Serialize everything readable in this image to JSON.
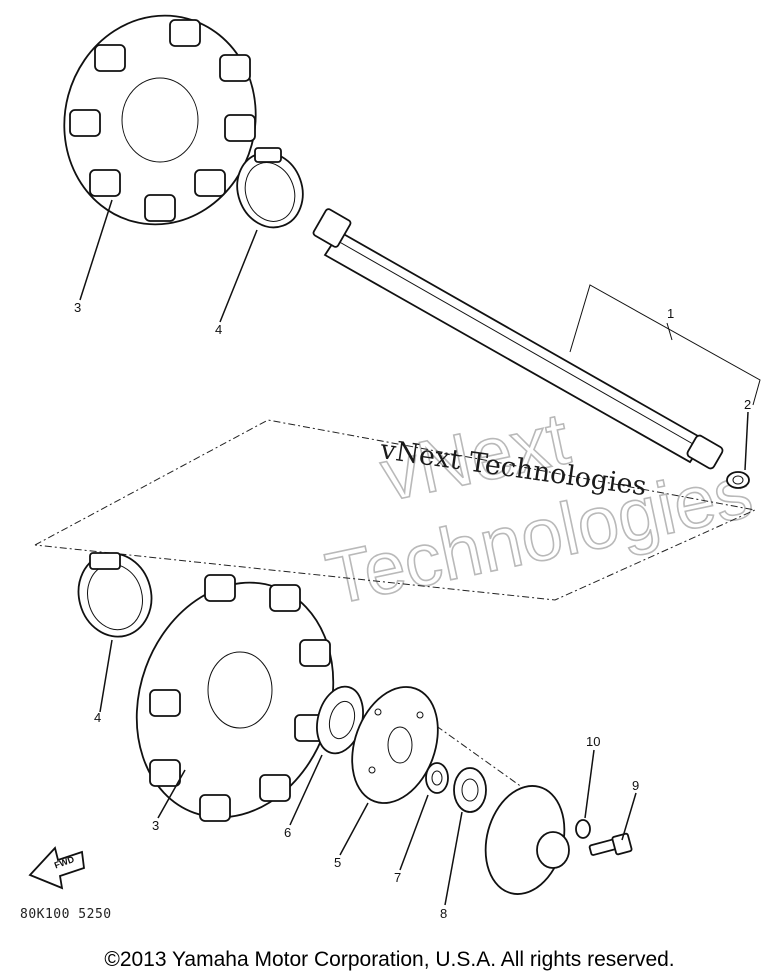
{
  "callouts": {
    "shaft": "1",
    "collar": "2",
    "sprocket_upper": "3",
    "clamp_upper": "4",
    "clamp_lower": "4",
    "sprocket_lower": "3",
    "bearing": "6",
    "plate": "5",
    "washer": "7",
    "bushing": "8",
    "bolt": "9",
    "lock_washer": "10"
  },
  "fwd_label": "FWD",
  "drawing_code": "80K100 5250",
  "watermark": {
    "line1": "vNext",
    "line2": "Technologies",
    "caption": "vNext Technologies"
  },
  "copyright": "©2013 Yamaha Motor Corporation, U.S.A. All rights reserved."
}
